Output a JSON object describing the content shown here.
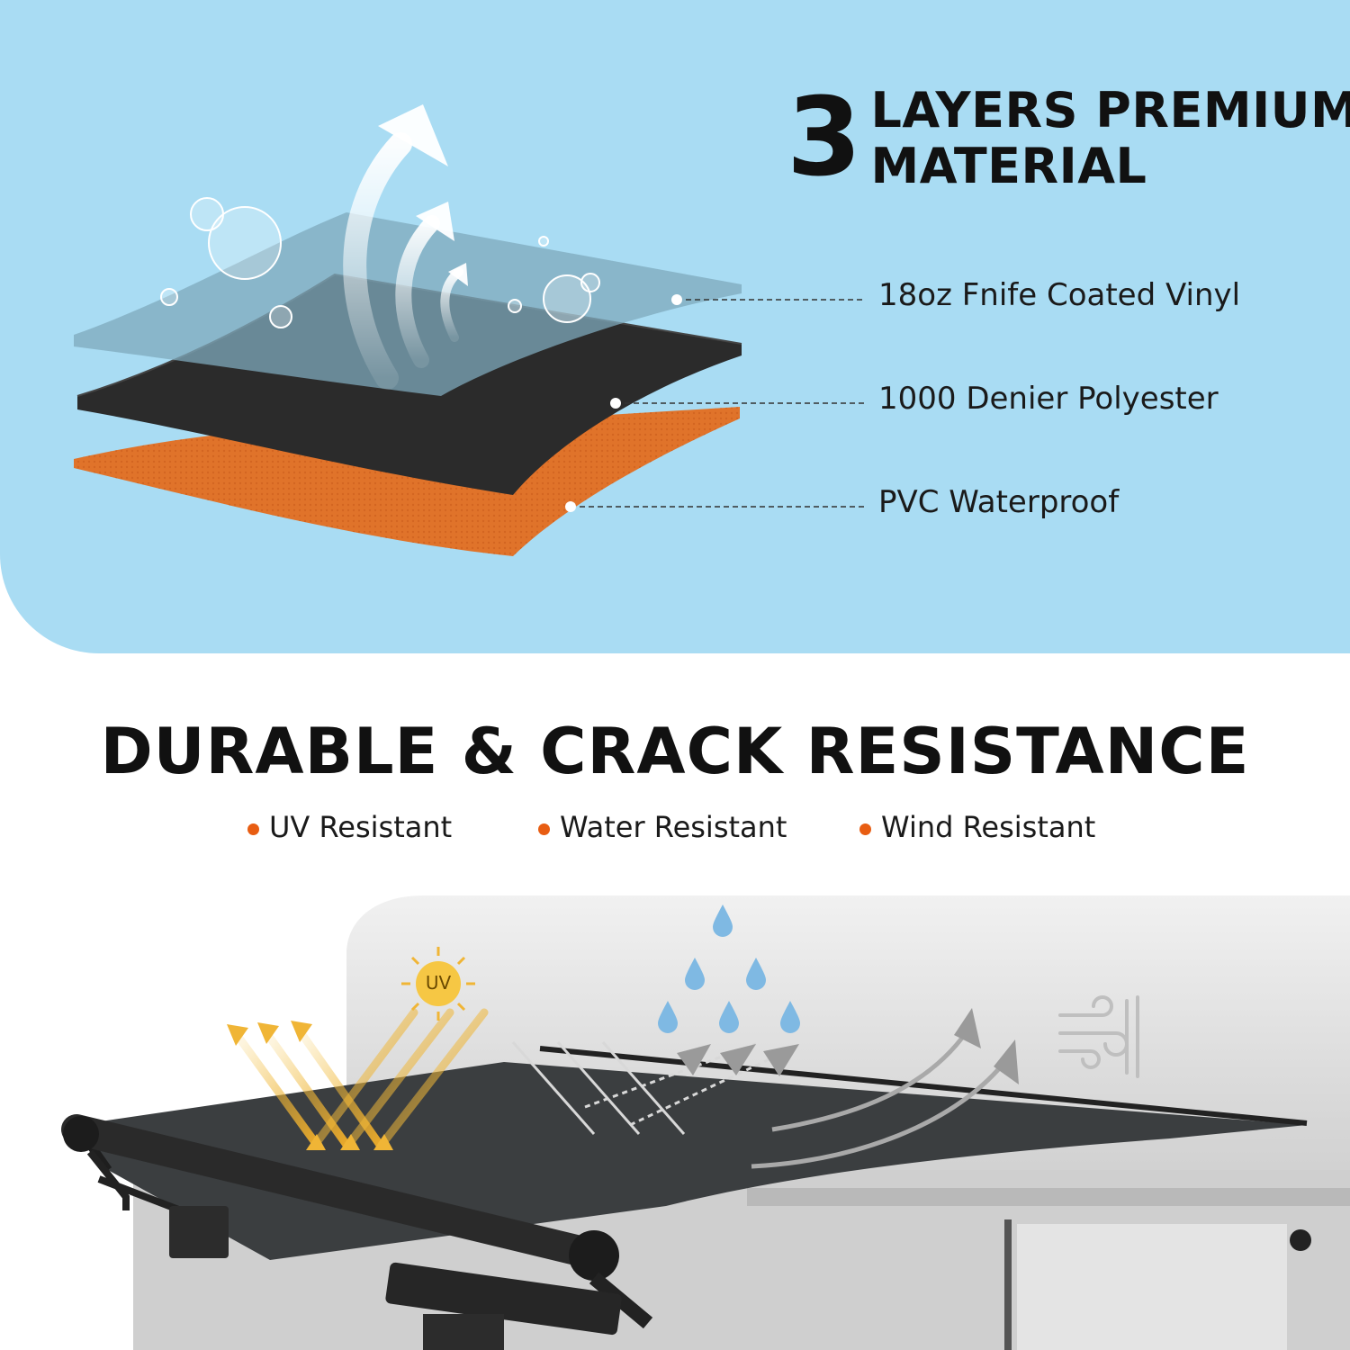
{
  "header": {
    "number": "3",
    "line1": "LAYERS PREMIUM",
    "line2": "MATERIAL"
  },
  "layers": [
    {
      "label": "18oz Fnife Coated Vinyl",
      "color": "#8fb2c2"
    },
    {
      "label": "1000 Denier Polyester",
      "color": "#2b2b2b"
    },
    {
      "label": "PVC Waterproof",
      "color": "#e0732a"
    }
  ],
  "section2": {
    "title": "DURABLE & CRACK RESISTANCE",
    "features": [
      "UV Resistant",
      "Water Resistant",
      "Wind Resistant"
    ],
    "uv_badge": "UV"
  },
  "colors": {
    "panel_bg": "#a9dcf3",
    "accent": "#e85d12",
    "awning_fabric": "#3b3e40"
  }
}
